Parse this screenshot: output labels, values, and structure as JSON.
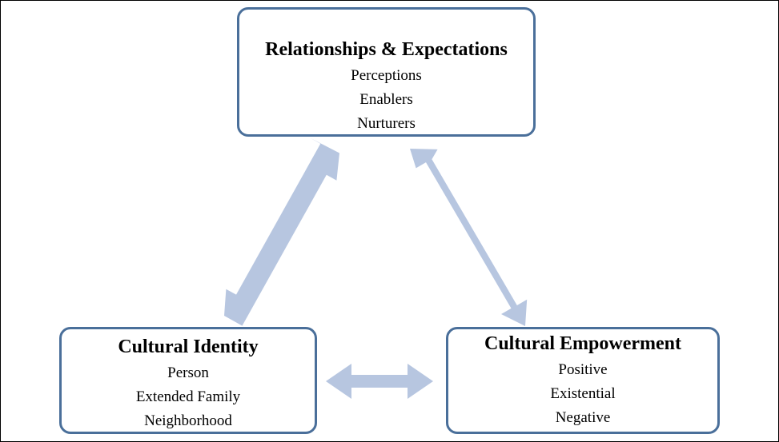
{
  "diagram": {
    "arrow_color": "#b7c6e0",
    "border_color": "#4a6f9a",
    "nodes": {
      "top": {
        "title": "Relationships & Expectations",
        "items": [
          "Perceptions",
          "Enablers",
          "Nurturers"
        ]
      },
      "left": {
        "title": "Cultural Identity",
        "items": [
          "Person",
          "Extended Family",
          "Neighborhood"
        ]
      },
      "right": {
        "title": "Cultural Empowerment",
        "items": [
          "Positive",
          "Existential",
          "Negative"
        ]
      }
    },
    "edges": [
      {
        "from": "top",
        "to": "left",
        "direction": "bidirectional"
      },
      {
        "from": "top",
        "to": "right",
        "direction": "bidirectional"
      },
      {
        "from": "left",
        "to": "right",
        "direction": "bidirectional"
      }
    ]
  }
}
